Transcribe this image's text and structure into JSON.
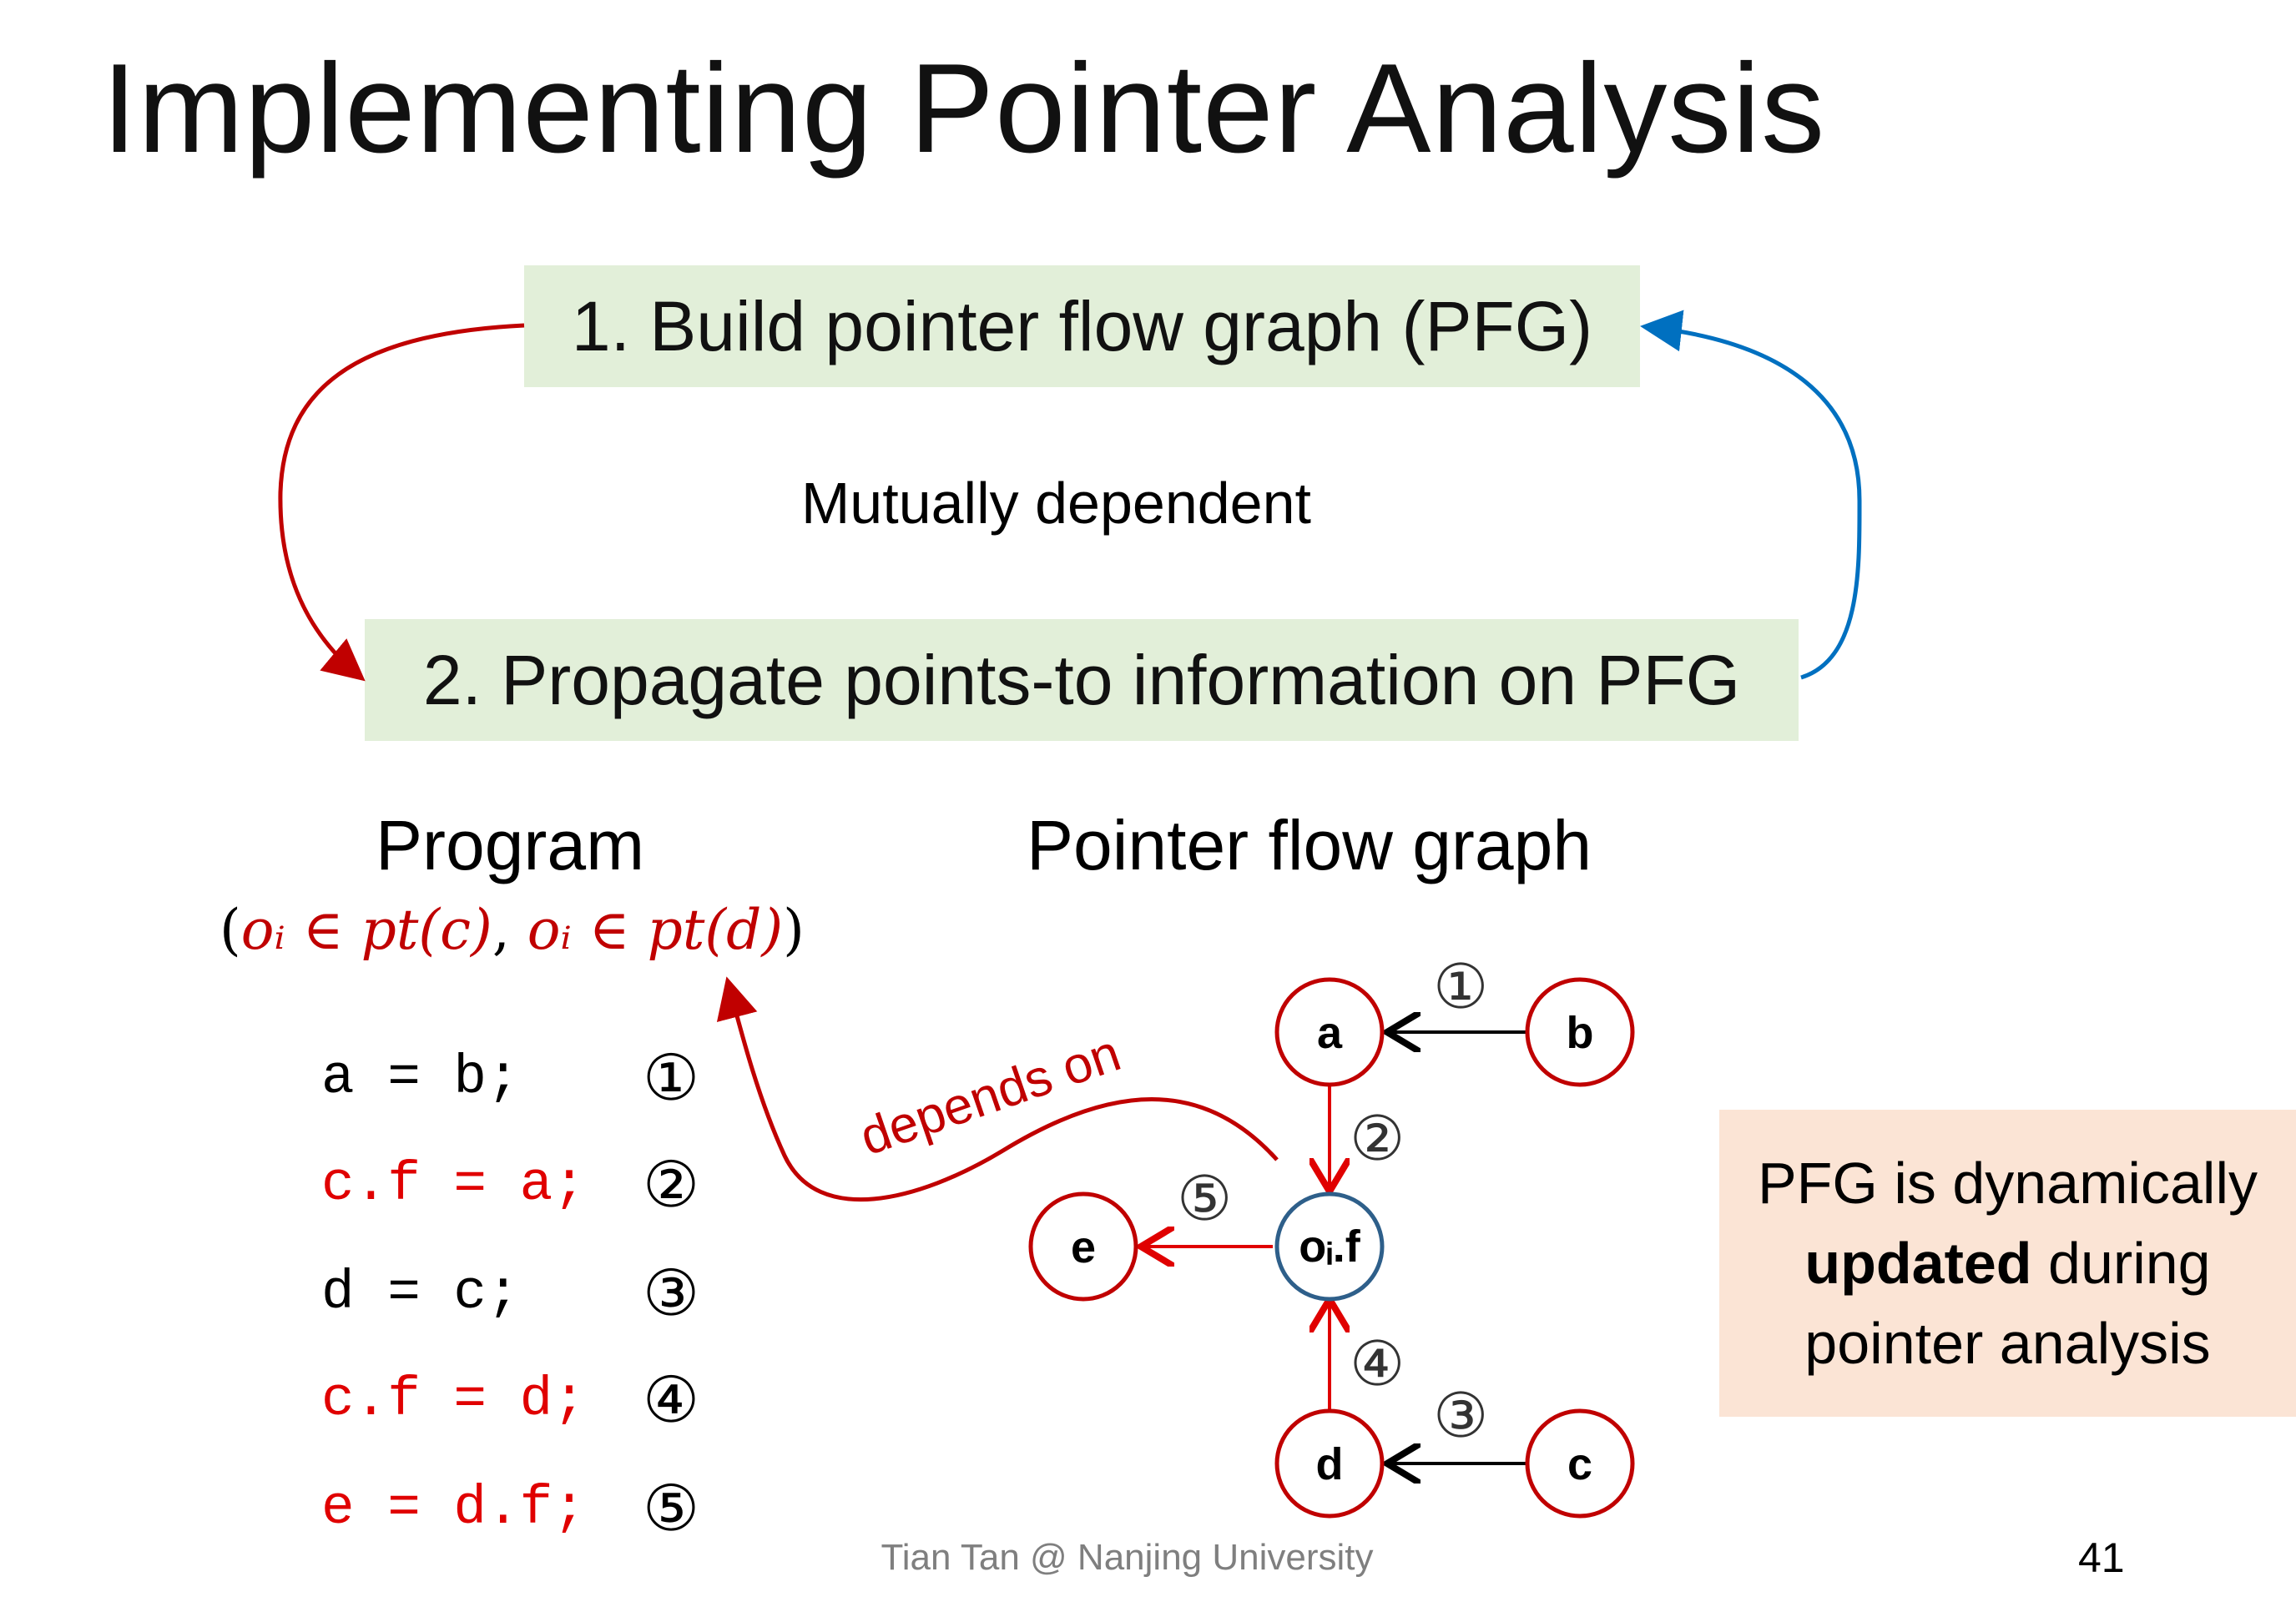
{
  "title": "Implementing Pointer Analysis",
  "steps": {
    "build": "1. Build pointer flow graph (PFG)",
    "propagate": "2. Propagate points-to information on PFG",
    "relation": "Mutually dependent"
  },
  "program": {
    "heading": "Program",
    "condition": {
      "open": "(",
      "left": "oᵢ ∈ pt(c)",
      "sep": ", ",
      "right": "oᵢ ∈ pt(d)",
      "close": ")"
    },
    "statements": [
      {
        "code": "a = b;",
        "marker": "①",
        "highlight": false
      },
      {
        "code": "c.f = a;",
        "marker": "②",
        "highlight": true
      },
      {
        "code": "d = c;",
        "marker": "③",
        "highlight": false
      },
      {
        "code": "c.f = d;",
        "marker": "④",
        "highlight": true
      },
      {
        "code": "e = d.f;",
        "marker": "⑤",
        "highlight": true
      }
    ]
  },
  "graph": {
    "heading": "Pointer flow graph",
    "dependency_label": "depends on",
    "nodes": {
      "a": "a",
      "b": "b",
      "c": "c",
      "d": "d",
      "e": "e",
      "field": "oᵢ.f"
    },
    "edges": [
      {
        "from": "b",
        "to": "a",
        "label": "①"
      },
      {
        "from": "a",
        "to": "oᵢ.f",
        "label": "②"
      },
      {
        "from": "c",
        "to": "d",
        "label": "③"
      },
      {
        "from": "d",
        "to": "oᵢ.f",
        "label": "④"
      },
      {
        "from": "oᵢ.f",
        "to": "e",
        "label": "⑤"
      }
    ]
  },
  "note": {
    "line1": "PFG is dynamically",
    "bold": "updated",
    "line2_rest": " during",
    "line3": "pointer analysis"
  },
  "footer": "Tian Tan @ Nanjing University",
  "page_number": "41",
  "colors": {
    "step_box": "#e2efd9",
    "note_box": "#fbe4d5",
    "red": "#c00000",
    "blue": "#0070c0",
    "node_border_red": "#c00000",
    "node_border_blue": "#2e5f8a"
  }
}
